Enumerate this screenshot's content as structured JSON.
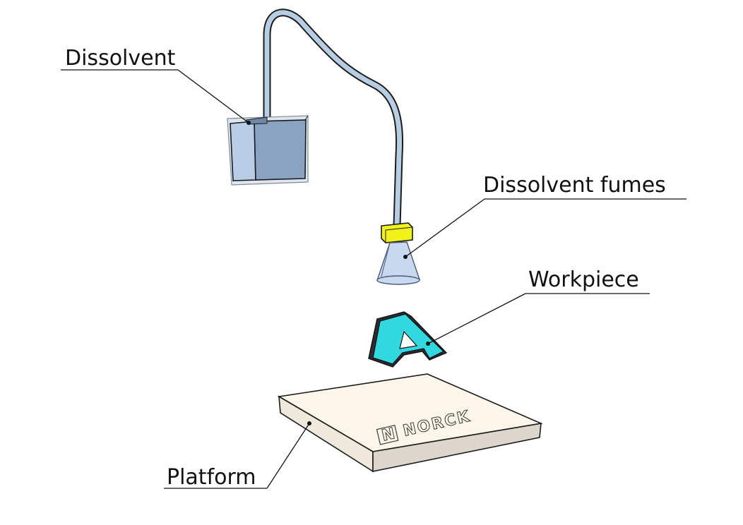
{
  "labels": {
    "dissolvent": "Dissolvent",
    "dissolvent_fumes": "Dissolvent fumes",
    "workpiece": "Workpiece",
    "platform": "Platform"
  },
  "platform_logo": {
    "mark": "N",
    "text": "NORCK"
  },
  "colors": {
    "tank": "#8aa3c2",
    "tank_light": "#b9cde6",
    "tube": "#b6cde3",
    "nozzle": "#f2f21a",
    "cone": "#c8d8ee",
    "workpiece": "#32d8df",
    "workpiece_dark": "#2a2e36",
    "platform_top": "#fbf6e9",
    "platform_side": "#dcd6cc"
  }
}
